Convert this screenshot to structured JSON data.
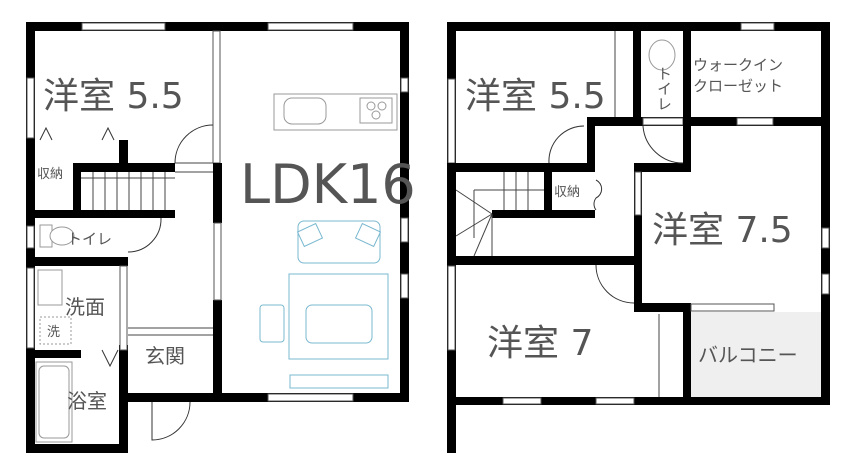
{
  "floor1": {
    "rooms": {
      "western_room": "洋室 5.5",
      "ldk": "LDK16",
      "storage": "収納",
      "toilet": "トイレ",
      "washroom": "洗面",
      "washer": "洗",
      "entrance": "玄関",
      "bath": "浴室"
    }
  },
  "floor2": {
    "rooms": {
      "western_room_a": "洋室 5.5",
      "toilet": "トイレ",
      "walk_in_1": "ウォークイン",
      "walk_in_2": "クローゼット",
      "storage": "収納",
      "western_room_b": "洋室 7.5",
      "western_room_c": "洋室 7",
      "balcony": "バルコニー"
    }
  },
  "colors": {
    "wall": "#000000",
    "furniture": "#7ab8cf",
    "balcony": "#efefef",
    "text": "#555555"
  }
}
